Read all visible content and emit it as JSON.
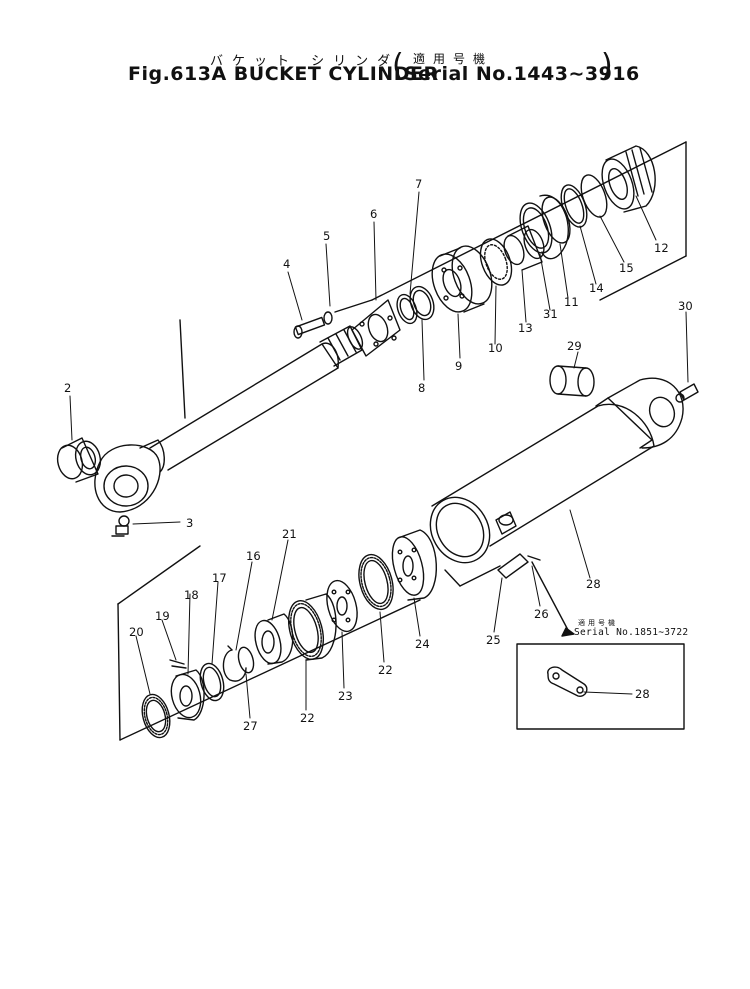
{
  "header": {
    "title_jp": "バケット シリンダ",
    "title": "Fig.613A BUCKET CYLINDER",
    "serial_jp": "適用号機",
    "serial": "Serial No.1443∼3916"
  },
  "note": {
    "label_jp": "適用号機",
    "serial": "Serial No.1851∼3722"
  },
  "part_labels": [
    "2",
    "3",
    "4",
    "5",
    "6",
    "7",
    "8",
    "9",
    "10",
    "13",
    "31",
    "11",
    "14",
    "15",
    "12",
    "30",
    "29",
    "28",
    "26",
    "25",
    "24",
    "22",
    "23",
    "22",
    "27",
    "21",
    "16",
    "17",
    "18",
    "19",
    "20",
    "28"
  ]
}
